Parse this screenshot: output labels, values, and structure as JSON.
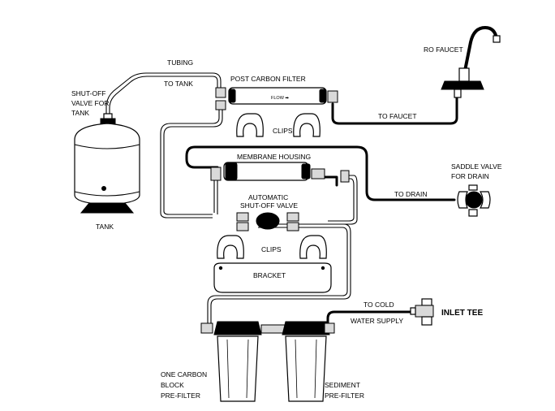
{
  "labels": {
    "tubing": "TUBING",
    "to_tank": "TO TANK",
    "post_carbon_filter": "POST CARBON FILTER",
    "flow": "FLOW ➡",
    "ro_faucet": "RO FAUCET",
    "shutoff_valve_tank_1": "SHUT-OFF",
    "shutoff_valve_tank_2": "VALVE FOR",
    "shutoff_valve_tank_3": "TANK",
    "clips_top": "CLIPS",
    "to_faucet": "TO FAUCET",
    "membrane_housing": "MEMBRANE HOUSING",
    "saddle_valve_1": "SADDLE VALVE",
    "saddle_valve_2": "FOR DRAIN",
    "to_drain": "TO DRAIN",
    "auto_shutoff_1": "AUTOMATIC",
    "auto_shutoff_2": "SHUT-OFF VALVE",
    "tank": "TANK",
    "clips_bottom": "CLIPS",
    "bracket": "BRACKET",
    "to_cold": "TO COLD",
    "water_supply": "WATER SUPPLY",
    "inlet_tee": "INLET TEE",
    "carbon_prefilter_1": "ONE CARBON",
    "carbon_prefilter_2": "BLOCK",
    "carbon_prefilter_3": "PRE-FILTER",
    "sediment_prefilter_1": "SEDIMENT",
    "sediment_prefilter_2": "PRE-FILTER"
  }
}
